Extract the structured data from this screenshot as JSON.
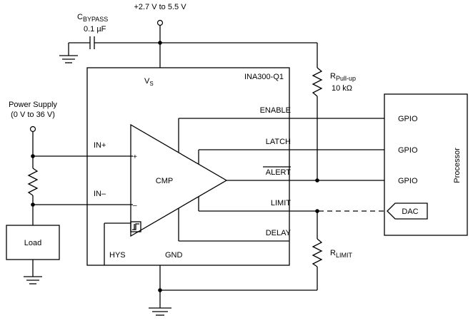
{
  "supply": {
    "label": "+2.7 V to 5.5 V"
  },
  "bypass_cap": {
    "ref_main": "C",
    "ref_sub": "BYPASS",
    "value": "0.1 µF"
  },
  "pullup_res": {
    "ref_main": "R",
    "ref_sub": "Pull-up",
    "value": "10 kΩ"
  },
  "limit_res": {
    "ref_main": "R",
    "ref_sub": "LIMIT"
  },
  "power_supply": {
    "label": "Power Supply",
    "range": "(0 V to 36 V)"
  },
  "load": {
    "label": "Load"
  },
  "chip": {
    "name": "INA300-Q1",
    "vs_main": "V",
    "vs_sub": "S",
    "comparator": "CMP",
    "pins": {
      "in_plus": "IN+",
      "in_minus": "IN–",
      "enable": "ENABLE",
      "latch": "LATCH",
      "alert": "ALERT",
      "limit": "LIMIT",
      "delay": "DELAY",
      "hys": "HYS",
      "gnd": "GND"
    },
    "plus_sign": "+",
    "minus_sign": "–"
  },
  "processor": {
    "label": "Processor",
    "gpio": [
      "GPIO",
      "GPIO",
      "GPIO"
    ],
    "dac": "DAC"
  }
}
